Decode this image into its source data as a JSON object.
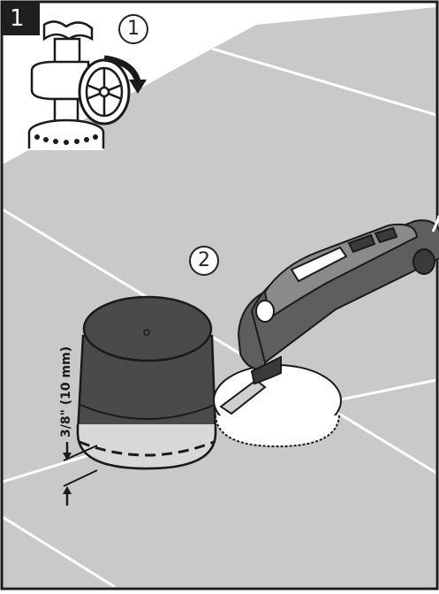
{
  "step": {
    "number": "1"
  },
  "callouts": {
    "one": "1",
    "two": "2"
  },
  "dimension": {
    "label": "3/8\" (10 mm)"
  },
  "colors": {
    "floor": "#c9c9c9",
    "floor_joint": "#ffffff",
    "bucket": "#4a4a4a",
    "tool_body": "#5e5e5e",
    "outline": "#1a1a1a"
  }
}
